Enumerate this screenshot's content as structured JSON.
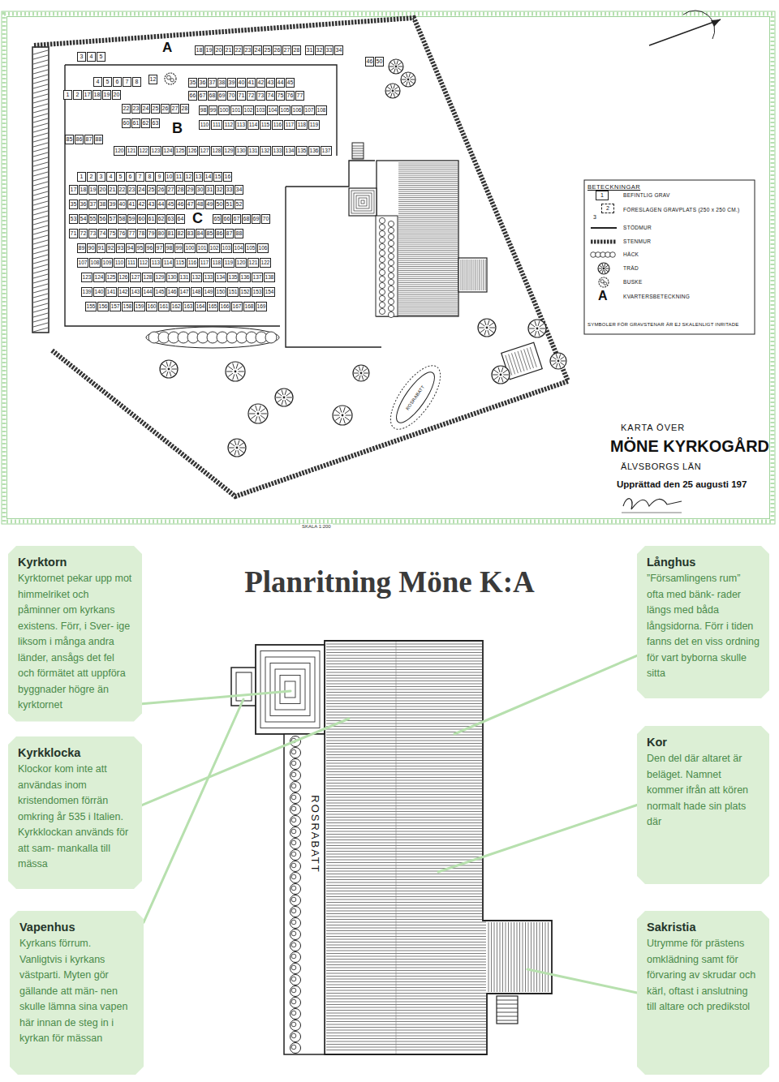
{
  "diagram": {
    "title": "Planritning Möne K:A",
    "nodes": [
      {
        "text": [
          "Kyrktorn",
          "Kyrktornet pekar upp mot himmelriket och påminner om kyrkans existens. Förr, i Sver- ige liksom i många andra länder, ansågs det fel och förmätet att uppföra byggnader högre än kyrktornet"
        ]
      },
      {
        "text": [
          "Långhus",
          "”Församlingens rum” ofta med bänk- rader längs med båda långsidorna. Förr i tiden fanns det en viss ordning för vart byborna skulle sitta"
        ]
      },
      {
        "text": [
          "Kyrkklocka",
          "Klockor kom inte att användas inom kristendomen förrän omkring år 535 i Italien. Kyrkklockan används för att sam- mankalla till mässa"
        ]
      },
      {
        "text": [
          "Kor",
          "Den del där altaret är beläget. Namnet kommer ifrån att kören normalt hade sin plats där"
        ]
      },
      {
        "text": [
          "Vapenhus",
          "Kyrkans förrum. Vanligtvis i kyrkans västparti. Myten gör gällande att män- nen skulle lämna sina vapen här innan de steg in i kyrkan för mässan"
        ]
      },
      {
        "text": [
          "Sakristia",
          "Utrymme för prästens omklädning samt för förvaring av skrudar och kärl, oftast i anslutning till altare och predikstol"
        ]
      }
    ],
    "labels": [
      "A",
      "B",
      "C",
      "ROSRABATT",
      "BETECKNINGAR",
      "1",
      "2",
      "3",
      "A",
      "SYMBOLER FÖR GRAVSTENAR ÄR EJ SKALENLIGT INRITADE",
      "KARTA ÖVER",
      "MÖNE KYRKOGÅRD",
      "ÄLVSBORGS LÄN",
      "Upprättad den 25 augusti 197",
      "SKALA 1:200",
      "ROSRABATT",
      "12",
      "3",
      "4",
      "5",
      "18",
      "19",
      "20",
      "21",
      "22",
      "23",
      "24",
      "25",
      "26",
      "27",
      "28",
      "31",
      "32",
      "33",
      "34",
      "46",
      "50",
      "4",
      "5",
      "6",
      "7",
      "8",
      "1",
      "2",
      "17",
      "18",
      "19",
      "20",
      "35",
      "36",
      "37",
      "38",
      "39",
      "40",
      "41",
      "42",
      "43",
      "44",
      "45",
      "66",
      "67",
      "68",
      "69",
      "70",
      "71",
      "72",
      "73",
      "74",
      "75",
      "76",
      "77",
      "22",
      "23",
      "24",
      "25",
      "26",
      "27",
      "28",
      "98",
      "99",
      "100",
      "101",
      "102",
      "103",
      "104",
      "105",
      "106",
      "107",
      "108",
      "60",
      "61",
      "62",
      "63",
      "110",
      "111",
      "112",
      "113",
      "114",
      "115",
      "116",
      "117",
      "118",
      "119",
      "85",
      "86",
      "87",
      "88",
      "120",
      "121",
      "122",
      "123",
      "124",
      "125",
      "126",
      "127",
      "128",
      "129",
      "130",
      "131",
      "132",
      "133",
      "134",
      "135",
      "136",
      "137",
      "1",
      "2",
      "3",
      "4",
      "5",
      "6",
      "7",
      "8",
      "9",
      "10",
      "11",
      "12",
      "13",
      "14",
      "15",
      "16",
      "17",
      "18",
      "19",
      "20",
      "21",
      "22",
      "23",
      "24",
      "25",
      "26",
      "27",
      "28",
      "29",
      "30",
      "31",
      "32",
      "33",
      "34",
      "35",
      "36",
      "37",
      "38",
      "39",
      "40",
      "41",
      "42",
      "43",
      "44",
      "45",
      "46",
      "47",
      "48",
      "49",
      "50",
      "51",
      "52",
      "53",
      "54",
      "55",
      "56",
      "57",
      "58",
      "59",
      "60",
      "61",
      "62",
      "63",
      "64",
      "65",
      "66",
      "67",
      "68",
      "69",
      "70",
      "71",
      "72",
      "73",
      "74",
      "75",
      "76",
      "77",
      "78",
      "79",
      "80",
      "81",
      "82",
      "83",
      "84",
      "85",
      "86",
      "87",
      "88",
      "89",
      "90",
      "91",
      "92",
      "93",
      "94",
      "95",
      "96",
      "97",
      "98",
      "99",
      "100",
      "101",
      "102",
      "103",
      "104",
      "105",
      "106",
      "107",
      "108",
      "109",
      "110",
      "111",
      "112",
      "113",
      "114",
      "115",
      "116",
      "117",
      "118",
      "119",
      "120",
      "121",
      "122",
      "123",
      "124",
      "125",
      "126",
      "127",
      "128",
      "129",
      "130",
      "131",
      "132",
      "133",
      "134",
      "135",
      "136",
      "137",
      "138",
      "139",
      "140",
      "141",
      "142",
      "143",
      "144",
      "145",
      "146",
      "147",
      "148",
      "149",
      "150",
      "151",
      "152",
      "153",
      "154",
      "155",
      "156",
      "157",
      "158",
      "159",
      "160",
      "161",
      "162",
      "163",
      "164",
      "165",
      "166",
      "167",
      "168",
      "169"
    ],
    "legend": [
      {
        "text": "BEFINTLIG GRAV"
      },
      {
        "text": "FÖRESLAGEN GRAVPLATS (250 x 250 CM.)"
      },
      {
        "text": "STÖDMUR"
      },
      {
        "text": "STENMUR"
      },
      {
        "text": "HÄCK"
      },
      {
        "text": "TRÄD"
      },
      {
        "text": "BUSKE"
      },
      {
        "text": "KVARTERSBETECKNING"
      }
    ]
  }
}
